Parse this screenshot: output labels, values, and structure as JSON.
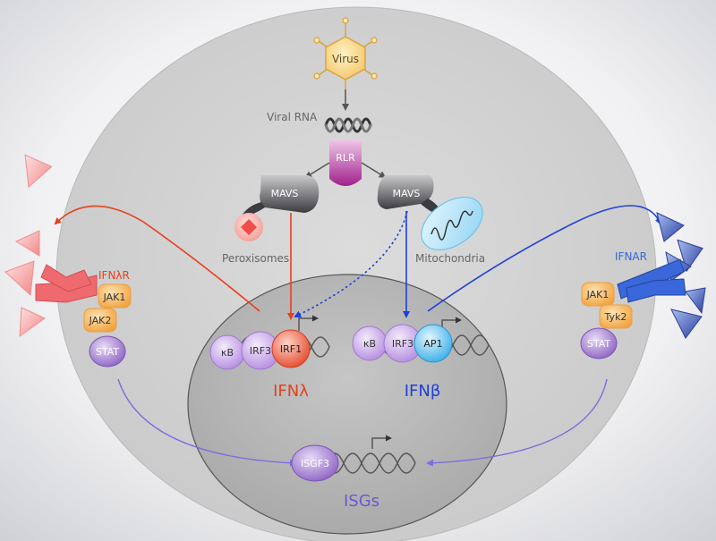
{
  "labels": {
    "virus": "Virus",
    "viral_rna": "Viral RNA",
    "rlr": "RLR",
    "mavs_left": "MAVS",
    "mavs_right": "MAVS",
    "peroxisomes": "Peroxisomes",
    "mitochondria": "Mitochondria",
    "ifnlr": "IFNλR",
    "ifnar": "IFNAR",
    "jak1_left": "JAK1",
    "jak2": "JAK2",
    "stat_left": "STAT",
    "jak1_right": "JAK1",
    "tyk2": "Tyk2",
    "stat_right": "STAT",
    "kb_left": "κB",
    "irf3_left": "IRF3",
    "irf1": "IRF1",
    "kb_right": "κB",
    "irf3_right": "IRF3",
    "ap1": "AP1",
    "ifn_lambda": "IFNλ",
    "ifn_beta": "IFNβ",
    "isgf3": "ISGF3",
    "isgs": "ISGs"
  },
  "colors": {
    "lambda_red": "#e8401c",
    "beta_blue": "#1f3fd6",
    "isg_purple": "#6a5acd",
    "stat_purple": "#8a5cbf",
    "jak_orange": "#f6b25a",
    "rlr_magenta": "#b0309a",
    "ifnar_blue": "#3566d6",
    "ifnlr_red": "#ec5f62"
  }
}
